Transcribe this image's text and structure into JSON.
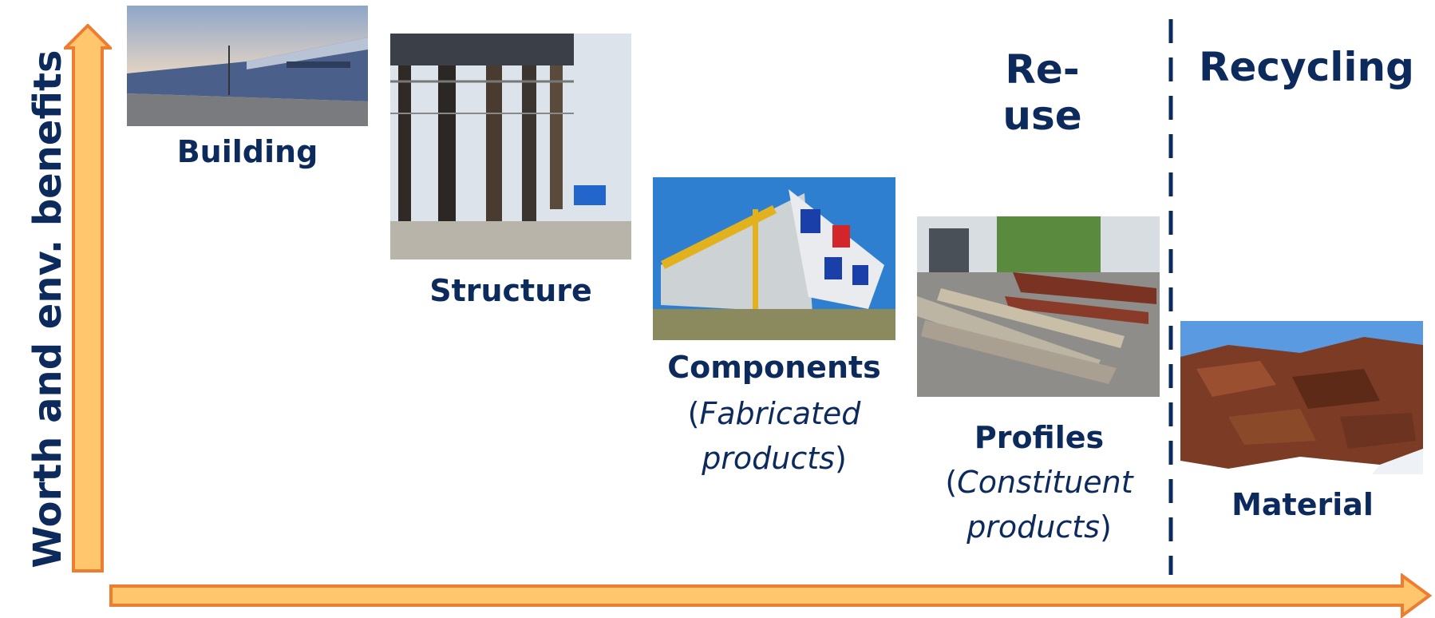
{
  "y_axis": {
    "label": "Worth and env. benefits",
    "arrow_color": "#ed7d31",
    "fill_color": "#ffc66d"
  },
  "categories": {
    "reuse": "Re-use",
    "recycling": "Recycling"
  },
  "levels": [
    {
      "label": "Building"
    },
    {
      "label": "Structure"
    },
    {
      "label": "Components",
      "open": "(",
      "detail": "Fabricated",
      "detail2": "products",
      "close": ")"
    },
    {
      "label": "Profiles",
      "open": "(",
      "detail": "Constituent",
      "detail2": "products",
      "close": ")"
    },
    {
      "label": "Material"
    }
  ],
  "colors": {
    "text": "#0d2a5c",
    "divider": "#0d2a5c"
  }
}
